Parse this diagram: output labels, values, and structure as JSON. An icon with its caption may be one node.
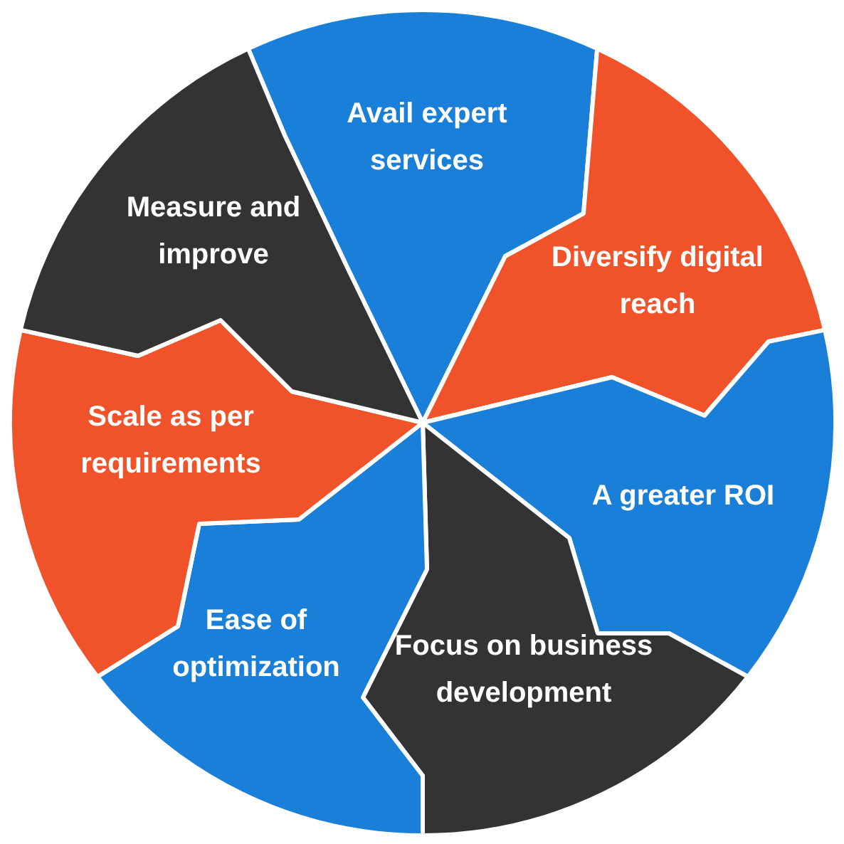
{
  "diagram": {
    "nodes": [
      {
        "text": [
          "Avail expert services"
        ]
      },
      {
        "text": [
          "Diversify digital reach"
        ]
      },
      {
        "text": [
          "A greater ROI"
        ]
      },
      {
        "text": [
          "Focus on business development"
        ]
      },
      {
        "text": [
          "Ease of optimization"
        ]
      },
      {
        "text": [
          "Scale as per requirements"
        ]
      },
      {
        "text": [
          "Measure and improve"
        ]
      }
    ]
  }
}
